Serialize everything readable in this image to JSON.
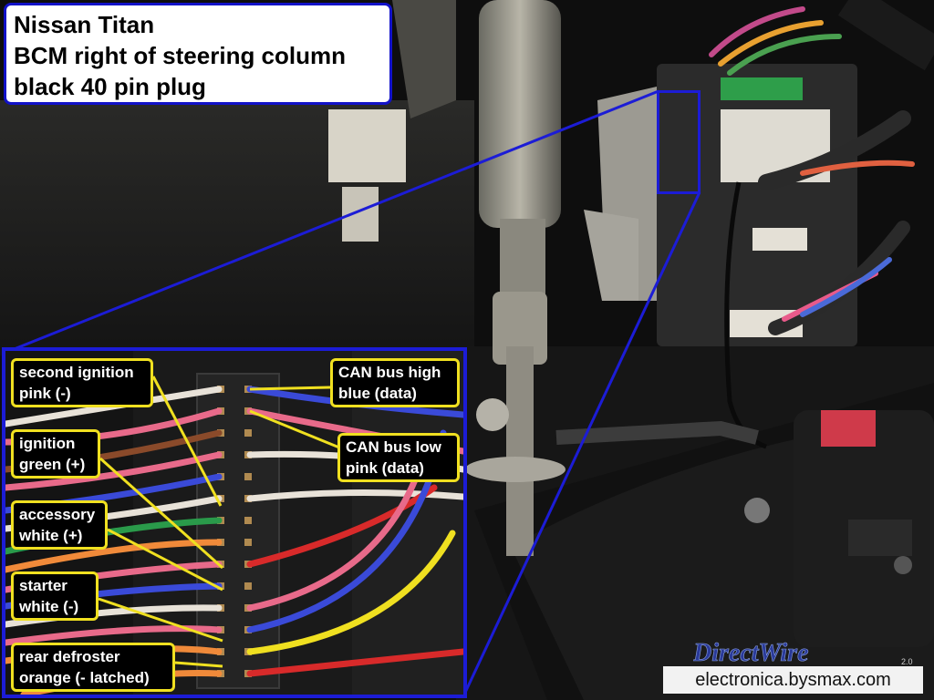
{
  "title": {
    "line1": "Nissan Titan",
    "line2": "BCM right of steering column",
    "line3": "black 40 pin plug"
  },
  "labels": {
    "second_ignition_1": "second ignition",
    "second_ignition_2": "pink (-)",
    "ignition_1": "ignition",
    "ignition_2": "green (+)",
    "accessory_1": "accessory",
    "accessory_2": "white (+)",
    "starter_1": "starter",
    "starter_2": "white (-)",
    "rear_defroster_1": "rear defroster",
    "rear_defroster_2": "orange (- latched)",
    "can_high_1": "CAN bus high",
    "can_high_2": "blue (data)",
    "can_low_1": "CAN bus low",
    "can_low_2": "pink (data)"
  },
  "watermark": {
    "url": "electronica.bysmax.com",
    "logo": "DirectWire",
    "logo_version": "2.0"
  },
  "colors": {
    "frame_blue": "#1c1cd6",
    "label_yellow": "#f0e020",
    "wire_pink": "#e86a8a",
    "wire_blue": "#3a4ad8",
    "wire_green": "#2a9a4a",
    "wire_white": "#e8e2d8",
    "wire_orange": "#f08a3a",
    "wire_red": "#d82a2a"
  }
}
